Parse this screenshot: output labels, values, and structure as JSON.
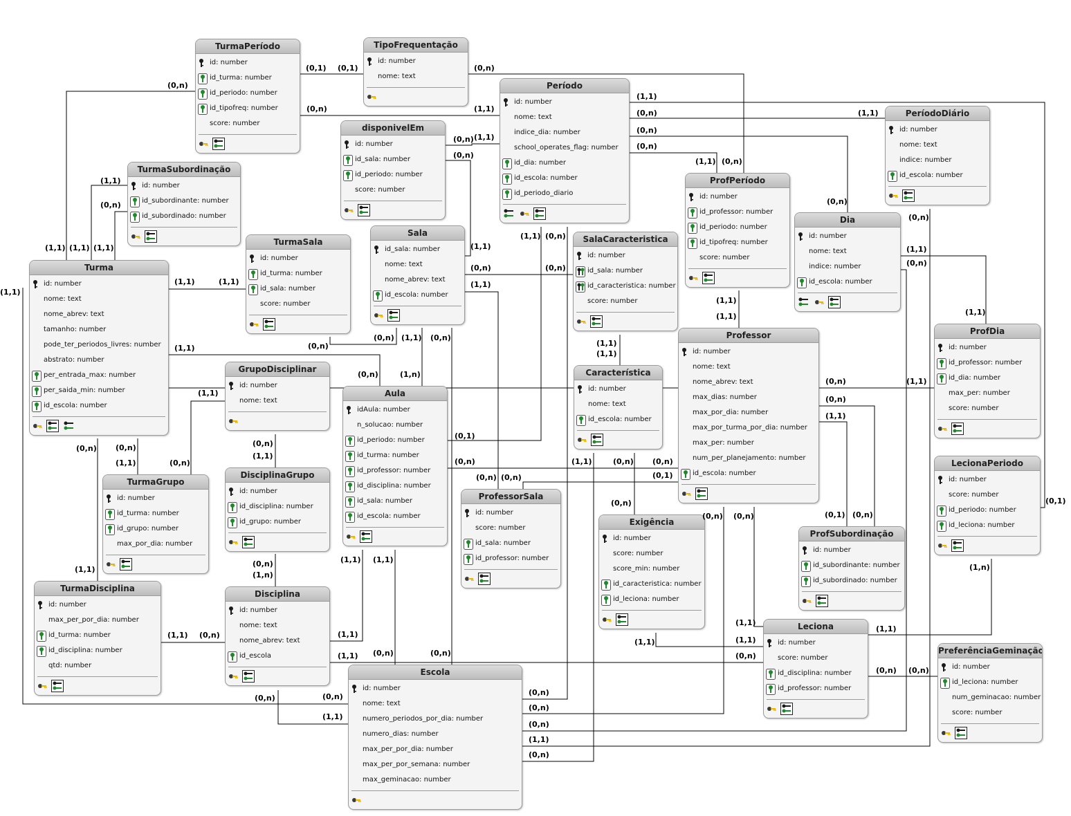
{
  "entities": [
    {
      "name": "TurmaPeríodo",
      "attrs": [
        {
          "n": "id: number",
          "k": "pk"
        },
        {
          "n": "id_turma: number",
          "k": "fk"
        },
        {
          "n": "id_periodo: number",
          "k": "fk"
        },
        {
          "n": "id_tipofreq: number",
          "k": "fk"
        },
        {
          "n": "score: number",
          "k": ""
        }
      ],
      "foot": [
        "key-icon",
        "fkey-icon"
      ]
    },
    {
      "name": "TipoFrequentação",
      "attrs": [
        {
          "n": "id: number",
          "k": "pk"
        },
        {
          "n": "nome: text",
          "k": ""
        }
      ],
      "foot": [
        "key-icon"
      ]
    },
    {
      "name": "Período",
      "attrs": [
        {
          "n": "id: number",
          "k": "pk"
        },
        {
          "n": "nome: text",
          "k": ""
        },
        {
          "n": "indice_dia: number",
          "k": ""
        },
        {
          "n": "school_operates_flag: number",
          "k": ""
        },
        {
          "n": "id_dia: number",
          "k": "fk"
        },
        {
          "n": "id_escola: number",
          "k": "fk"
        },
        {
          "n": "id_periodo_diario",
          "k": "fk"
        }
      ],
      "foot": [
        "dual-key-icon",
        "key-icon",
        "fkey-icon"
      ]
    },
    {
      "name": "PeríodoDiário",
      "attrs": [
        {
          "n": "id: number",
          "k": "pk"
        },
        {
          "n": "nome: text",
          "k": ""
        },
        {
          "n": "indice: number",
          "k": ""
        },
        {
          "n": "id_escola: number",
          "k": "fk"
        }
      ],
      "foot": [
        "key-icon",
        "fkey-icon"
      ]
    },
    {
      "name": "disponivelEm",
      "attrs": [
        {
          "n": "id: number",
          "k": "pk"
        },
        {
          "n": "id_sala: number",
          "k": "fk"
        },
        {
          "n": "id_periodo: number",
          "k": "fk"
        },
        {
          "n": "score: number",
          "k": ""
        }
      ],
      "foot": [
        "key-icon",
        "fkey-icon"
      ]
    },
    {
      "name": "TurmaSubordinação",
      "attrs": [
        {
          "n": "id: number",
          "k": "pk"
        },
        {
          "n": "id_subordinante: number",
          "k": "fk"
        },
        {
          "n": "id_subordinado: number",
          "k": "fk"
        }
      ],
      "foot": [
        "key-icon",
        "fkey-icon"
      ]
    },
    {
      "name": "ProfPeríodo",
      "attrs": [
        {
          "n": "id: number",
          "k": "pk"
        },
        {
          "n": "id_professor: number",
          "k": "fk"
        },
        {
          "n": "id_periodo: number",
          "k": "fk"
        },
        {
          "n": "id_tipofreq: number",
          "k": "fk"
        },
        {
          "n": "score: number",
          "k": ""
        }
      ],
      "foot": [
        "key-icon",
        "fkey-icon"
      ]
    },
    {
      "name": "Dia",
      "attrs": [
        {
          "n": "id: number",
          "k": "pk"
        },
        {
          "n": "nome: text",
          "k": ""
        },
        {
          "n": "indice: number",
          "k": ""
        },
        {
          "n": "id_escola: number",
          "k": "fk"
        }
      ],
      "foot": [
        "dual-key-icon",
        "key-icon",
        "fkey-icon"
      ]
    },
    {
      "name": "TurmaSala",
      "attrs": [
        {
          "n": "id: number",
          "k": "pk"
        },
        {
          "n": "id_turma: number",
          "k": "fk"
        },
        {
          "n": "id_sala: number",
          "k": "fk"
        },
        {
          "n": "score: number",
          "k": ""
        }
      ],
      "foot": [
        "key-icon",
        "fkey-icon"
      ]
    },
    {
      "name": "Sala",
      "attrs": [
        {
          "n": "id_sala: number",
          "k": "pk"
        },
        {
          "n": "nome: text",
          "k": ""
        },
        {
          "n": "nome_abrev: text",
          "k": ""
        },
        {
          "n": "id_escola: number",
          "k": "fk"
        }
      ],
      "foot": [
        "key-icon",
        "fkey-icon"
      ]
    },
    {
      "name": "SalaCaracteristica",
      "attrs": [
        {
          "n": "id: number",
          "k": "pk"
        },
        {
          "n": "id_sala: number",
          "k": "pfk"
        },
        {
          "n": "id_caracteristica: number",
          "k": "pfk"
        },
        {
          "n": "score: number",
          "k": ""
        }
      ],
      "foot": [
        "key-icon",
        "fkey-icon"
      ]
    },
    {
      "name": "Turma",
      "attrs": [
        {
          "n": "id: number",
          "k": "pk"
        },
        {
          "n": "nome: text",
          "k": ""
        },
        {
          "n": "nome_abrev: text",
          "k": ""
        },
        {
          "n": "tamanho: number",
          "k": ""
        },
        {
          "n": "pode_ter_periodos_livres: number",
          "k": ""
        },
        {
          "n": "abstrato: number",
          "k": ""
        },
        {
          "n": "per_entrada_max: number",
          "k": "fk"
        },
        {
          "n": "per_saida_min: number",
          "k": "fk"
        },
        {
          "n": "id_escola: number",
          "k": "fk"
        }
      ],
      "foot": [
        "key-icon",
        "fkey-icon",
        "dual-key-icon"
      ]
    },
    {
      "name": "Professor",
      "attrs": [
        {
          "n": "id: number",
          "k": "pk"
        },
        {
          "n": "nome: text",
          "k": ""
        },
        {
          "n": "nome_abrev: text",
          "k": ""
        },
        {
          "n": "max_dias: number",
          "k": ""
        },
        {
          "n": "max_por_dia: number",
          "k": ""
        },
        {
          "n": "max_por_turma_por_dia: number",
          "k": ""
        },
        {
          "n": "max_per: number",
          "k": ""
        },
        {
          "n": "num_per_planejamento: number",
          "k": ""
        },
        {
          "n": "id_escola: number",
          "k": "fk"
        }
      ],
      "foot": [
        "key-icon",
        "fkey-icon"
      ]
    },
    {
      "name": "ProfDia",
      "attrs": [
        {
          "n": "id: number",
          "k": "pk"
        },
        {
          "n": "id_professor: number",
          "k": "fk"
        },
        {
          "n": "id_dia: number",
          "k": "fk"
        },
        {
          "n": "max_per: number",
          "k": ""
        },
        {
          "n": "score: number",
          "k": ""
        }
      ],
      "foot": [
        "key-icon",
        "fkey-icon"
      ]
    },
    {
      "name": "GrupoDisciplinar",
      "attrs": [
        {
          "n": "id: number",
          "k": "pk"
        },
        {
          "n": "nome: text",
          "k": ""
        }
      ],
      "foot": [
        "key-icon"
      ]
    },
    {
      "name": "Aula",
      "attrs": [
        {
          "n": "idAula: number",
          "k": "pk"
        },
        {
          "n": "n_solucao: number",
          "k": ""
        },
        {
          "n": "id_periodo: number",
          "k": "fk"
        },
        {
          "n": "id_turma: number",
          "k": "fk"
        },
        {
          "n": "id_professor: number",
          "k": "fk"
        },
        {
          "n": "id_disciplina: number",
          "k": "fk"
        },
        {
          "n": "id_sala: number",
          "k": "fk"
        },
        {
          "n": "id_escola: number",
          "k": "fk"
        }
      ],
      "foot": [
        "key-icon",
        "fkey-icon"
      ]
    },
    {
      "name": "Característica",
      "attrs": [
        {
          "n": "id: number",
          "k": "pk"
        },
        {
          "n": "nome: text",
          "k": ""
        },
        {
          "n": "id_escola: number",
          "k": "fk"
        }
      ],
      "foot": [
        "key-icon",
        "fkey-icon"
      ]
    },
    {
      "name": "LecionaPeriodo",
      "attrs": [
        {
          "n": "id: number",
          "k": "pk"
        },
        {
          "n": "score: number",
          "k": ""
        },
        {
          "n": "id_periodo: number",
          "k": "fk"
        },
        {
          "n": "id_leciona: number",
          "k": "fk"
        }
      ],
      "foot": [
        "key-icon",
        "fkey-icon"
      ]
    },
    {
      "name": "TurmaGrupo",
      "attrs": [
        {
          "n": "id: number",
          "k": "pk"
        },
        {
          "n": "id_turma: number",
          "k": "fk"
        },
        {
          "n": "id_grupo: number",
          "k": "fk"
        },
        {
          "n": "max_por_dia: number",
          "k": ""
        }
      ],
      "foot": [
        "key-icon",
        "fkey-icon"
      ]
    },
    {
      "name": "DisciplinaGrupo",
      "attrs": [
        {
          "n": "id: number",
          "k": "pk"
        },
        {
          "n": "id_disciplina: number",
          "k": "fk"
        },
        {
          "n": "id_grupo: number",
          "k": "fk"
        }
      ],
      "foot": [
        "key-icon",
        "fkey-icon"
      ]
    },
    {
      "name": "ProfessorSala",
      "attrs": [
        {
          "n": "id: number",
          "k": "pk"
        },
        {
          "n": "score: number",
          "k": ""
        },
        {
          "n": "id_sala: number",
          "k": "fk"
        },
        {
          "n": "id_professor: number",
          "k": "fk"
        }
      ],
      "foot": [
        "key-icon",
        "fkey-icon"
      ]
    },
    {
      "name": "Exigência",
      "attrs": [
        {
          "n": "id: number",
          "k": "pk"
        },
        {
          "n": "score: number",
          "k": ""
        },
        {
          "n": "score_min: number",
          "k": ""
        },
        {
          "n": "id_caracteristica: number",
          "k": "fk"
        },
        {
          "n": "id_leciona: number",
          "k": "fk"
        }
      ],
      "foot": [
        "key-icon",
        "fkey-icon"
      ]
    },
    {
      "name": "ProfSubordinação",
      "attrs": [
        {
          "n": "id: number",
          "k": "pk"
        },
        {
          "n": "id_subordinante: number",
          "k": "fk"
        },
        {
          "n": "id_subordinado: number",
          "k": "fk"
        }
      ],
      "foot": [
        "key-icon",
        "fkey-icon"
      ]
    },
    {
      "name": "TurmaDisciplina",
      "attrs": [
        {
          "n": "id: number",
          "k": "pk"
        },
        {
          "n": "max_per_por_dia: number",
          "k": ""
        },
        {
          "n": "id_turma: number",
          "k": "fk"
        },
        {
          "n": "id_disciplina: number",
          "k": "fk"
        },
        {
          "n": "qtd: number",
          "k": ""
        }
      ],
      "foot": [
        "key-icon",
        "fkey-icon"
      ]
    },
    {
      "name": "Disciplina",
      "attrs": [
        {
          "n": "id: number",
          "k": "pk"
        },
        {
          "n": "nome: text",
          "k": ""
        },
        {
          "n": "nome_abrev: text",
          "k": ""
        },
        {
          "n": "id_escola",
          "k": "fk"
        }
      ],
      "foot": [
        "key-icon",
        "fkey-icon"
      ]
    },
    {
      "name": "Leciona",
      "attrs": [
        {
          "n": "id: number",
          "k": "pk"
        },
        {
          "n": "score: number",
          "k": ""
        },
        {
          "n": "id_disciplina: number",
          "k": "fk"
        },
        {
          "n": "id_professor: number",
          "k": "fk"
        }
      ],
      "foot": [
        "key-icon",
        "fkey-icon"
      ]
    },
    {
      "name": "PreferênciaGeminação",
      "attrs": [
        {
          "n": "id: number",
          "k": "pk"
        },
        {
          "n": "id_leciona: number",
          "k": "fk"
        },
        {
          "n": "num_geminacao: number",
          "k": ""
        },
        {
          "n": "score: number",
          "k": ""
        }
      ],
      "foot": [
        "key-icon",
        "fkey-icon"
      ]
    },
    {
      "name": "Escola",
      "attrs": [
        {
          "n": "id: number",
          "k": "pk"
        },
        {
          "n": "nome: text",
          "k": ""
        },
        {
          "n": "numero_periodos_por_dia: number",
          "k": ""
        },
        {
          "n": "numero_dias: number",
          "k": ""
        },
        {
          "n": "max_per_por_dia: number",
          "k": ""
        },
        {
          "n": "max_per_por_semana: number",
          "k": ""
        },
        {
          "n": "max_geminacao: number",
          "k": ""
        }
      ],
      "foot": [
        "key-icon"
      ]
    }
  ],
  "cardinalities": [
    "(0,n)",
    "(0,1)",
    "(0,1)",
    "(0,n)",
    "(1,1)",
    "(0,n)",
    "(1,1)",
    "(0,n)",
    "(1,1)",
    "(0,n)",
    "(0,n)",
    "(1,1)",
    "(0,n)",
    "(0,n)",
    "(1,1)",
    "(0,n)",
    "(0,n)",
    "(0,n)",
    "(1,1)",
    "(0,n)",
    "(1,1)",
    "(1,1)",
    "(1,1)",
    "(1,1)",
    "(1,1)",
    "(1,1)",
    "(1,1)",
    "(0,n)",
    "(1,1)",
    "(0,n)",
    "(1,1)",
    "(0,n)",
    "(1,1)",
    "(1,1)",
    "(1,1)",
    "(0,n)",
    "(1,1)",
    "(0,n)",
    "(0,n)",
    "(1,1)",
    "(0,n)",
    "(1,1)",
    "(1,1)",
    "(1,1)",
    "(1,1)",
    "(0,n)",
    "(1,n)",
    "(0,n)",
    "(1,1)",
    "(0,n)",
    "(1,1)",
    "(0,n)",
    "(0,n)",
    "(1,1)",
    "(0,n)",
    "(0,n)",
    "(1,1)",
    "(0,1)",
    "(0,n)",
    "(1,1)",
    "(0,n)",
    "(0,n)",
    "(0,1)",
    "(0,n)",
    "(0,n)",
    "(0,n)",
    "(0,n)",
    "(0,n)",
    "(0,1)",
    "(0,n)",
    "(0,1)",
    "(1,n)",
    "(1,1)",
    "(0,n)",
    "(1,n)",
    "(1,1)",
    "(1,1)",
    "(1,1)",
    "(0,n)",
    "(1,1)",
    "(1,1)",
    "(0,n)",
    "(0,n)",
    "(1,1)",
    "(1,1)",
    "(1,1)",
    "(1,1)",
    "(0,n)",
    "(0,n)",
    "(0,n)",
    "(0,n)",
    "(0,n)",
    "(0,n)",
    "(0,n)",
    "(1,1)",
    "(0,n)",
    "(1,1)",
    "(0,n)",
    "(1,1)"
  ]
}
